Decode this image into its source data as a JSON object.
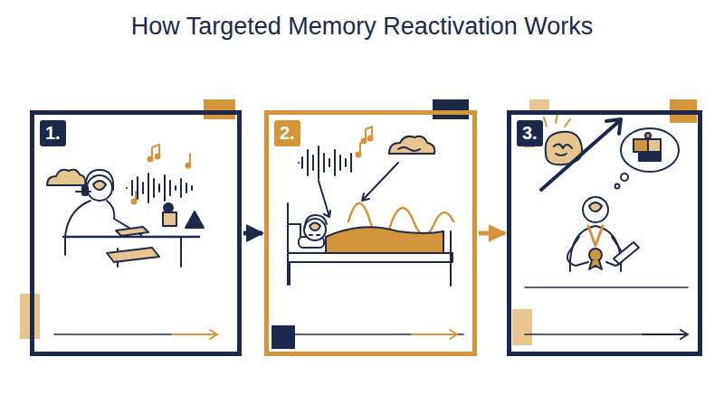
{
  "diagram": {
    "title": "How Targeted Memory Reactivation Works",
    "nodes": [
      {
        "text": [
          "1."
        ]
      },
      {
        "text": [
          "2."
        ]
      },
      {
        "text": [
          "3."
        ]
      }
    ],
    "edges": [
      {
        "from": 0,
        "to": 1,
        "arrow": "to"
      },
      {
        "from": 1,
        "to": 2,
        "arrow": "to"
      }
    ]
  }
}
